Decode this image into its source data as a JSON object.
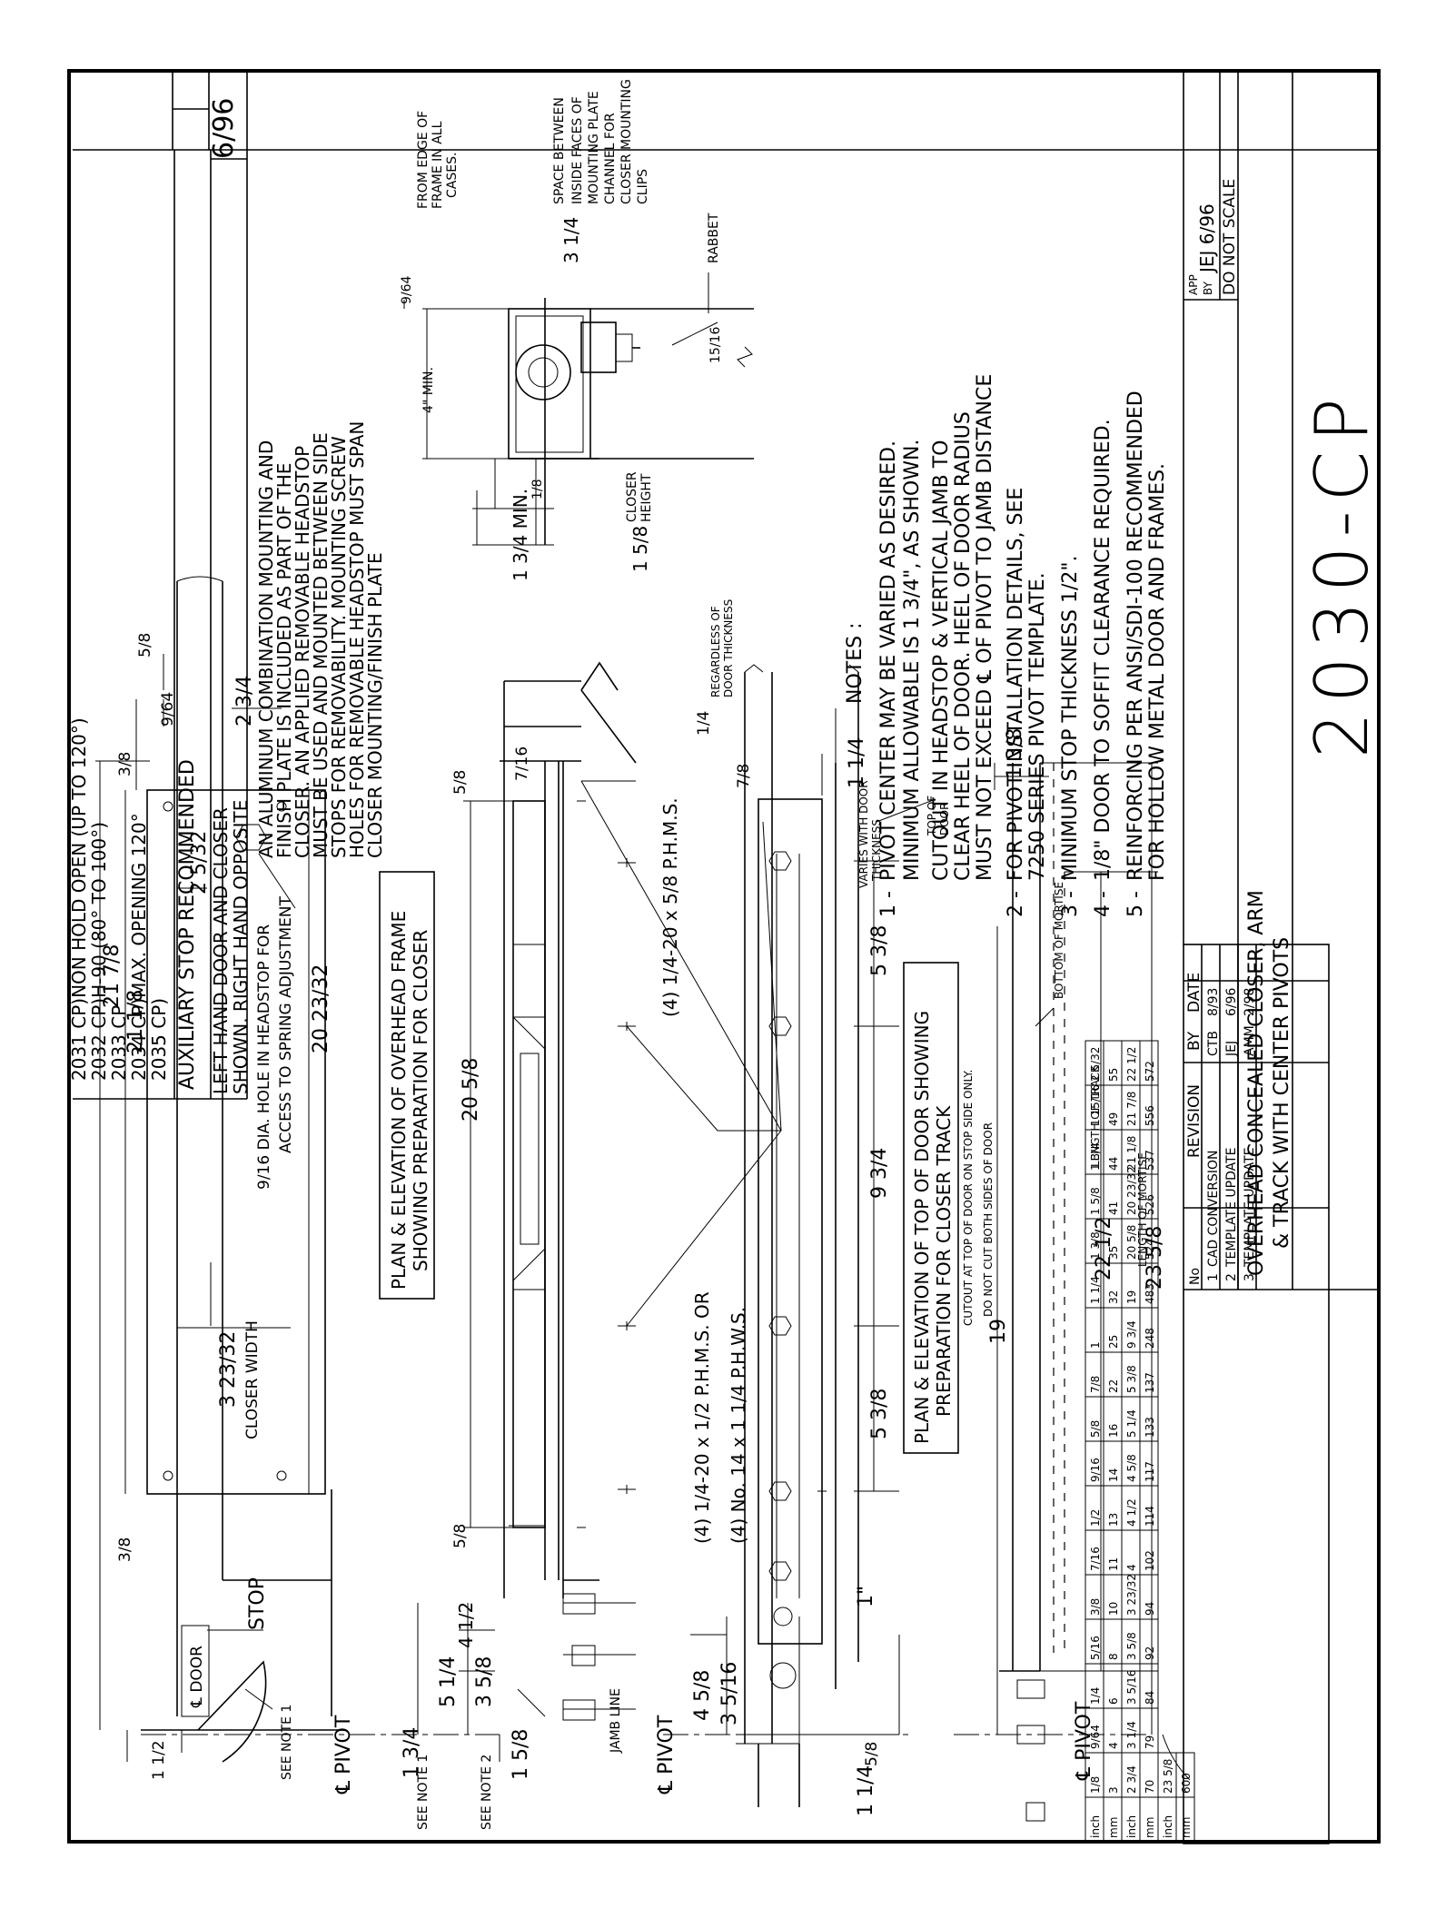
{
  "models": {
    "lines": [
      "2031 CP)NON HOLD OPEN (UP TO 120°)",
      "2032 CP)H-90 (80° TO 100°)",
      "2033 CP",
      "2034 CP)MAX. OPENING 120°",
      "2035 CP)"
    ],
    "auxiliary": "AUXILIARY STOP RECOMMENDED",
    "hand_line1": "LEFT HAND DOOR AND CLOSER",
    "hand_line2": "SHOWN. RIGHT HAND OPPOSITE",
    "hand_date": "6/96"
  },
  "mounting_note": [
    "AN ALUMINUM COMBINATION MOUNTING AND",
    "FINISH PLATE IS INCLUDED AS PART OF THE",
    "CLOSER. AN APPLIED REMOVABLE HEADSTOP",
    "MUST BE USED AND MOUNTED BETWEEN SIDE",
    "STOPS FOR REMOVABILITY. MOUNTING SCREW",
    "HOLES FOR REMOVABLE HEADSTOP MUST SPAN",
    "CLOSER MOUNTING/FINISH PLATE"
  ],
  "section": {
    "edge_frac": "9/64",
    "edge_note": [
      "FROM EDGE OF",
      "FRAME IN ALL",
      "CASES."
    ],
    "space_dim": "3 1/4",
    "space_note": [
      "SPACE BETWEEN",
      "INSIDE FACES OF",
      "MOUNTING PLATE",
      "CHANNEL FOR",
      "CLOSER MOUNTING",
      "CLIPS"
    ],
    "rabbet": "RABBET",
    "four_min": "4\" MIN.",
    "fifteen": "15/16",
    "one_three_quarter_min": "1 3/4 MIN.",
    "one_eighth": "1/8",
    "closer_height_dim": "1 5/8",
    "closer_height_label": [
      "CLOSER",
      "HEIGHT"
    ]
  },
  "notes": {
    "heading": "NOTES :",
    "items": [
      {
        "num": "1 -",
        "lines": [
          "PIVOT CENTER MAY BE VARIED AS DESIRED.",
          "MINIMUM ALLOWABLE IS 1 3/4\", AS SHOWN.",
          "CUTOUT IN HEADSTOP & VERTICAL JAMB TO",
          "CLEAR HEEL OF DOOR. HEEL OF DOOR RADIUS",
          "MUST NOT EXCEED ℄ OF PIVOT TO JAMB DISTANCE"
        ]
      },
      {
        "num": "2 -",
        "lines": [
          "FOR PIVOT INSTALLATION DETAILS, SEE",
          "7250 SERIES PIVOT TEMPLATE."
        ]
      },
      {
        "num": "3 -",
        "lines": [
          "MINIMUM STOP THICKNESS 1/2\"."
        ]
      },
      {
        "num": "4 -",
        "lines": [
          "1/8\" DOOR TO SOFFIT CLEARANCE REQUIRED."
        ]
      },
      {
        "num": "5 -",
        "lines": [
          "REINFORCING PER ANSI/SDI-100 RECOMMENDED",
          "FOR HOLLOW METAL DOOR AND FRAMES."
        ]
      }
    ]
  },
  "frame_plan": {
    "d_21_7_8": "21 7/8",
    "d_21_1_8": "21 1/8",
    "d_20_23_32": "20 23/32",
    "d_3_8_a": "3/8",
    "d_3_8_b": "3/8",
    "d_9_64": "9/64",
    "d_5_8": "5/8",
    "d_2_3_4": "2 3/4",
    "d_2_5_32": "2 5/32",
    "hole_note_1": "9/16 DIA. HOLE IN HEADSTOP FOR",
    "hole_note_2": "ACCESS TO SPRING ADJUSTMENT",
    "closer_width_dim": "3 23/32",
    "closer_width": "CLOSER WIDTH",
    "door_cl": "℄ DOOR",
    "stop": "STOP",
    "see_note1": "SEE NOTE 1",
    "d_1_1_2": "1 1/2",
    "pivot": "℄ PIVOT"
  },
  "frame_elev": {
    "title_1": "PLAN & ELEVATION OF OVERHEAD FRAME",
    "title_2": "SHOWING PREPARATION FOR CLOSER",
    "d_20_5_8": "20 5/8",
    "d_5_8_a": "5/8",
    "d_5_8_b": "5/8",
    "d_7_16": "7/16",
    "d_4_1_2": "4 1/2",
    "d_5_1_4": "5 1/4",
    "d_3_5_8": "3 5/8",
    "d_1_3_4": "1 3/4",
    "d_1_5_8": "1 5/8",
    "see_note_1": "SEE NOTE 1",
    "see_note_2": "SEE NOTE 2",
    "jamb_line": "JAMB LINE",
    "screws_1": "(4)  1/4-20 x 5/8  P.H.M.S.",
    "screws_2": "(4)  1/4-20 x 1/2  P.H.M.S. OR",
    "screws_3": "(4)  No. 14 x 1 1/4  P.H.W.S."
  },
  "door_top": {
    "title_1": "PLAN & ELEVATION OF TOP OF DOOR SHOWING",
    "title_2": "PREPARATION FOR CLOSER TRACK",
    "d_7_8": "7/8",
    "d_1_4": "1/4",
    "regardless": [
      "REGARDLESS OF",
      "DOOR THICKNESS"
    ],
    "d_1_1_4": "1 1/4",
    "varies": [
      "VARIES WITH DOOR",
      "THICKNESS"
    ],
    "top_of_door": [
      "TOP OF",
      "DOOR"
    ],
    "d_5_3_8_a": "5 3/8",
    "d_9_3_4": "9 3/4",
    "d_5_3_8_b": "5 3/8",
    "d_1in": "1\"",
    "d_4_5_8": "4 5/8",
    "d_3_5_16": "3 5/16",
    "d_5_8": "5/8",
    "d_1_1_4_b": "1 1/4",
    "pivot": "℄ PIVOT"
  },
  "track": {
    "d_1_3_8": "1 3/8",
    "bottom_mortise": "BOTTOM OF MORTISE",
    "cutout_1": "CUTOUT AT TOP OF DOOR ON STOP SIDE ONLY.",
    "cutout_2": "DO NOT CUT BOTH SIDES OF DOOR",
    "d_19": "19",
    "d_22_1_2": "22 1/2",
    "len_track": "LENGTH OF TRACK",
    "d_23_5_8": "23 5/8",
    "len_mortise": "LENGTH OF MORTISE",
    "pivot": "℄ PIVOT"
  },
  "conv_table": {
    "row1_inch": [
      "inch",
      "1/8",
      "9/64",
      "1/4",
      "5/16",
      "3/8",
      "7/16",
      "1/2",
      "9/16",
      "5/8",
      "7/8",
      "1",
      "1 1/4",
      "1 3/8",
      "1 5/8",
      "1 3/4",
      "1 15/16",
      "2 5/32"
    ],
    "row1_mm": [
      "mm",
      "3",
      "4",
      "6",
      "8",
      "10",
      "11",
      "13",
      "14",
      "16",
      "22",
      "25",
      "32",
      "35",
      "41",
      "44",
      "49",
      "55"
    ],
    "row2_inch": [
      "inch",
      "2 3/4",
      "3 1/4",
      "3 5/16",
      "3 5/8",
      "3 23/32",
      "4",
      "4 1/2",
      "4 5/8",
      "5 1/4",
      "5 3/8",
      "9 3/4",
      "19",
      "20 5/8",
      "20 23/32",
      "21 1/8",
      "21 7/8",
      "22 1/2"
    ],
    "row2_mm": [
      "mm",
      "70",
      "79",
      "84",
      "92",
      "94",
      "102",
      "114",
      "117",
      "133",
      "137",
      "248",
      "483",
      "524",
      "526",
      "537",
      "556",
      "572"
    ],
    "row3_inch": [
      "inch",
      "23 5/8"
    ],
    "row3_mm": [
      "mm",
      "600"
    ]
  },
  "revisions": {
    "headers": [
      "No",
      "REVISION",
      "BY",
      "DATE"
    ],
    "rows": [
      [
        "1",
        "CAD CONVERSION",
        "CTB",
        "8/93"
      ],
      [
        "2",
        "TEMPLATE UPDATE",
        "JEJ",
        "6/96"
      ],
      [
        "3",
        "TEMPLATE UPDATE",
        "AMM",
        "2/98"
      ]
    ]
  },
  "titleblock": {
    "app": "APP",
    "by": "BY",
    "by_value": "JEJ 6/96",
    "scale": "DO NOT SCALE",
    "desc_1": "OVERHEAD CONCEALED CLOSER, ARM",
    "desc_2": "& TRACK WITH CENTER PIVOTS",
    "number": "2030-CP"
  }
}
